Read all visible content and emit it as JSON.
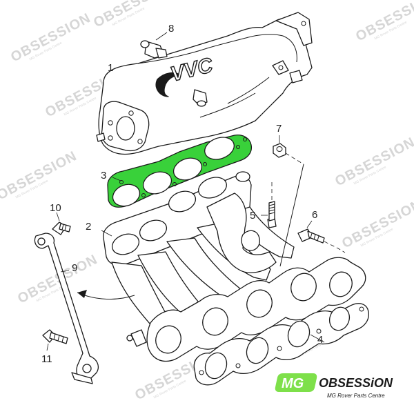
{
  "diagram": {
    "callouts": [
      {
        "id": "1",
        "text": "1"
      },
      {
        "id": "2",
        "text": "2"
      },
      {
        "id": "3",
        "text": "3"
      },
      {
        "id": "4",
        "text": "4"
      },
      {
        "id": "5",
        "text": "5"
      },
      {
        "id": "6",
        "text": "6"
      },
      {
        "id": "7",
        "text": "7"
      },
      {
        "id": "8",
        "text": "8"
      },
      {
        "id": "9",
        "text": "9"
      },
      {
        "id": "10",
        "text": "10"
      },
      {
        "id": "11",
        "text": "11"
      }
    ],
    "plenum_label": "VVC",
    "colors": {
      "gasket_highlight": "#39d13a",
      "line": "#1a1a1a",
      "watermark": "#d6d6d6",
      "logo_badge": "#7ee04a"
    }
  },
  "watermark": {
    "text": "OBSESSION",
    "subtext": "MG Rover Parts Centre"
  },
  "logo": {
    "badge": "MG",
    "name": "OBSESSiON",
    "tagline": "MG Rover Parts Centre"
  }
}
